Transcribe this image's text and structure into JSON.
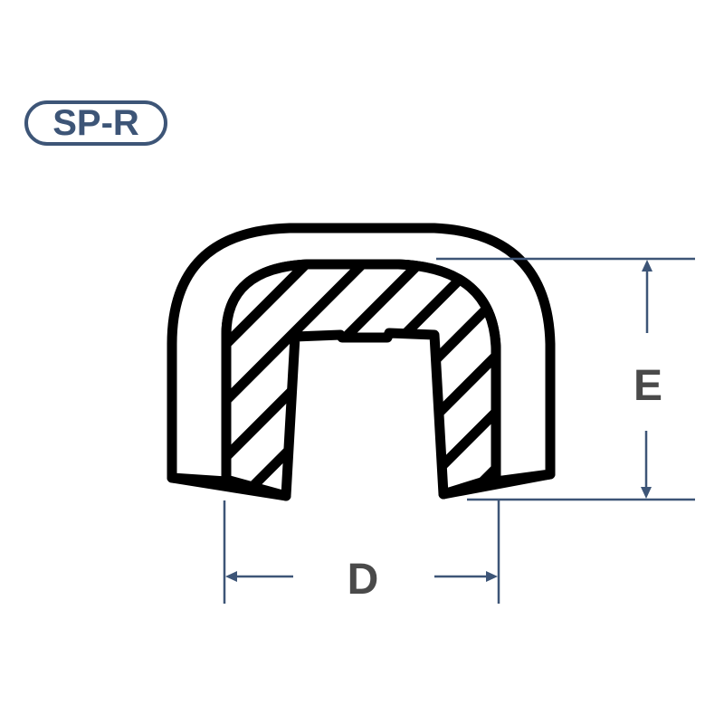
{
  "model_badge": {
    "label": "SP-R"
  },
  "dimensions": {
    "width_label": "D",
    "height_label": "E"
  },
  "colors": {
    "outline": "#000000",
    "dimension_line": "#3d5577",
    "dimension_text": "#4a4a4a",
    "badge": "#3d5577",
    "background": "#ffffff"
  }
}
